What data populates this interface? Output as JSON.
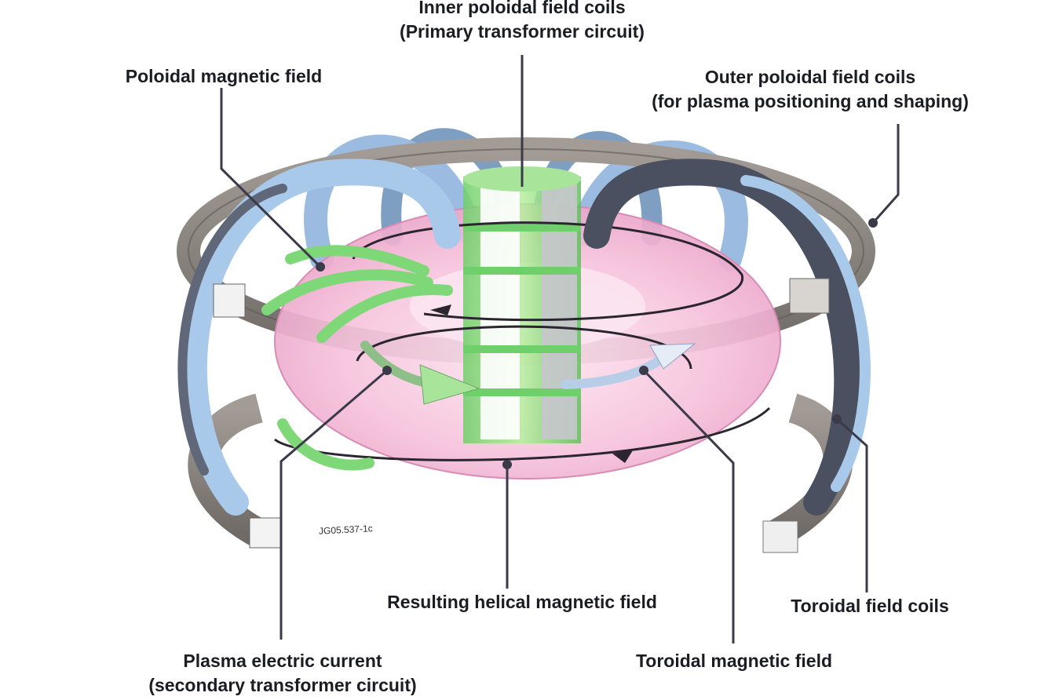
{
  "labels": {
    "inner_coils_line1": "Inner poloidal field coils",
    "inner_coils_line2": "(Primary transformer circuit)",
    "poloidal_field": "Poloidal magnetic field",
    "outer_coils_line1": "Outer poloidal field coils",
    "outer_coils_line2": "(for plasma positioning and shaping)",
    "helical_field": "Resulting helical magnetic field",
    "toroidal_coils": "Toroidal field coils",
    "plasma_current_line1": "Plasma electric current",
    "plasma_current_line2": "(secondary transformer circuit)",
    "toroidal_field": "Toroidal magnetic field"
  },
  "figure_code": "JG05.537-1c",
  "colors": {
    "plasma_pink": "#f4b9d6",
    "toroidal_coil_blue": "#a9c9ea",
    "outer_coil_grey": "#8c8580",
    "central_solenoid_green": "#8fdc86",
    "leader_line": "#3a3a48"
  }
}
